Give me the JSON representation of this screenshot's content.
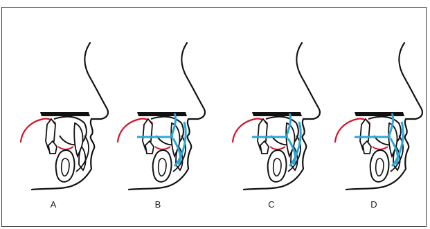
{
  "panels": [
    {
      "label": "A",
      "appliance": "none"
    },
    {
      "label": "B",
      "appliance": "lip-bumper-inactive"
    },
    {
      "label": "C",
      "appliance": "lip-bumper-active"
    },
    {
      "label": "D",
      "appliance": "lip-bumper-full"
    }
  ],
  "colors": {
    "outline": "#111111",
    "tongue": "#d3132a",
    "appliance": "#2aa7d8"
  }
}
